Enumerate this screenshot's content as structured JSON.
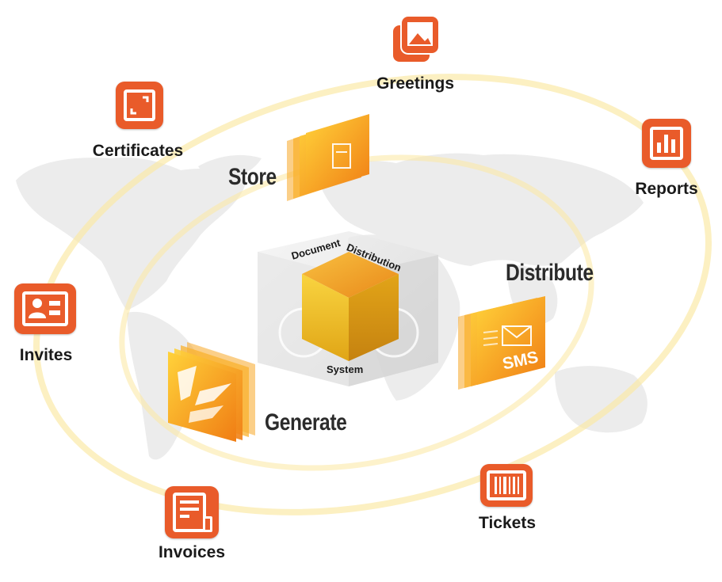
{
  "center": {
    "text_top_left": "Document",
    "text_top_right": "Distribution",
    "text_bottom": "System"
  },
  "stages": {
    "store": "Store",
    "distribute": "Distribute",
    "generate": "Generate",
    "sms": "SMS"
  },
  "outputs": [
    {
      "label": "Greetings",
      "icon": "image-stack-icon"
    },
    {
      "label": "Certificates",
      "icon": "frame-corners-icon"
    },
    {
      "label": "Reports",
      "icon": "bar-chart-icon"
    },
    {
      "label": "Invites",
      "icon": "id-card-icon"
    },
    {
      "label": "Invoices",
      "icon": "invoice-document-icon"
    },
    {
      "label": "Tickets",
      "icon": "barcode-ticket-icon"
    }
  ],
  "colors": {
    "icon_orange": "#e95b2a",
    "ring_yellow": "#fbeaa0",
    "map_grey": "#e9e9e9",
    "cube_gold": "#f4a21c"
  }
}
